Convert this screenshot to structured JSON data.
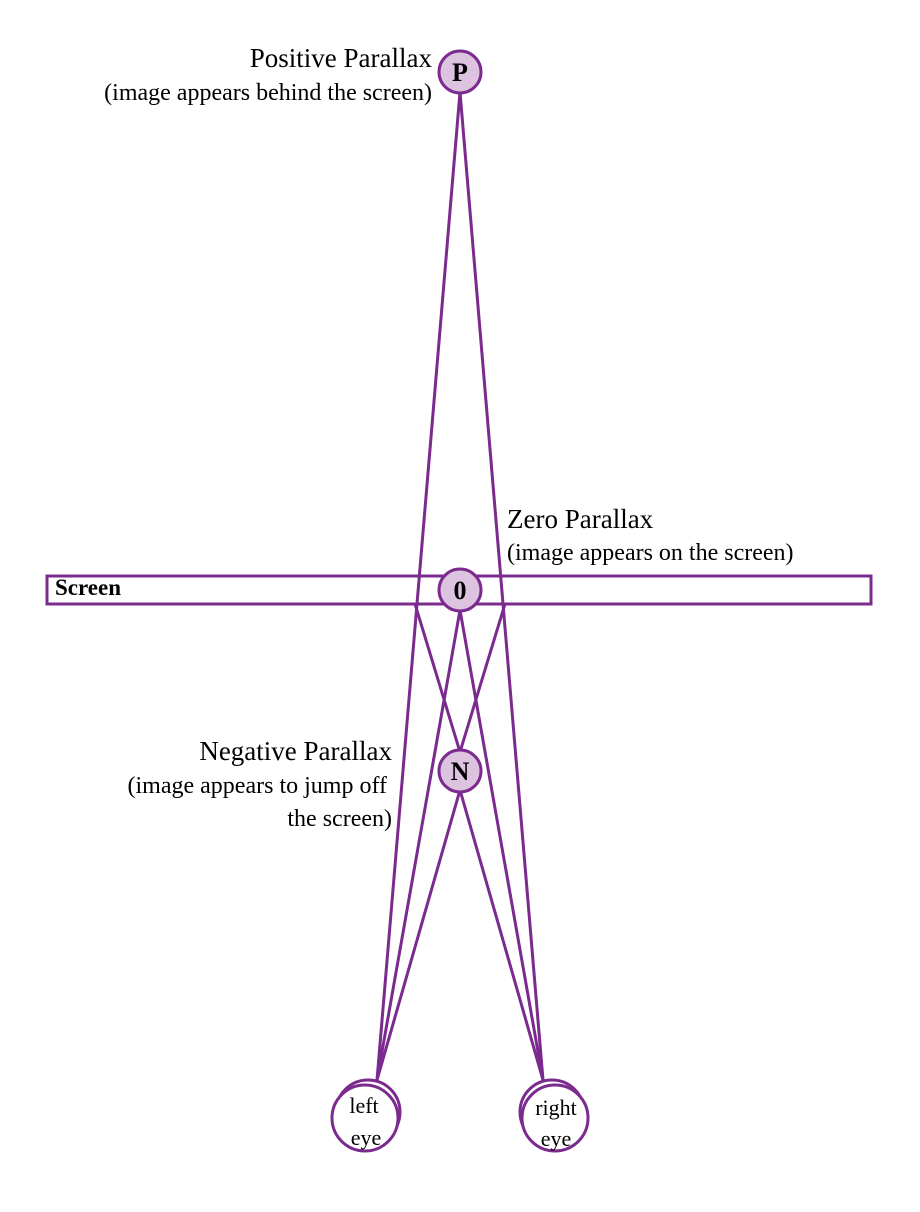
{
  "colors": {
    "stroke": "#7b2a8e",
    "node_fill": "#dcc3e0",
    "text": "#000000"
  },
  "screen": {
    "label": "Screen"
  },
  "positive": {
    "title": "Positive Parallax",
    "subtitle": "(image appears behind the screen)",
    "node": "P"
  },
  "zero": {
    "title": "Zero Parallax",
    "subtitle": "(image appears on the screen)",
    "node": "0"
  },
  "negative": {
    "title": "Negative Parallax",
    "subtitle_line1": "(image appears to jump off",
    "subtitle_line2": "the screen)",
    "node": "N"
  },
  "eyes": {
    "left": {
      "line1": "left",
      "line2": "eye"
    },
    "right": {
      "line1": "right",
      "line2": "eye"
    }
  }
}
